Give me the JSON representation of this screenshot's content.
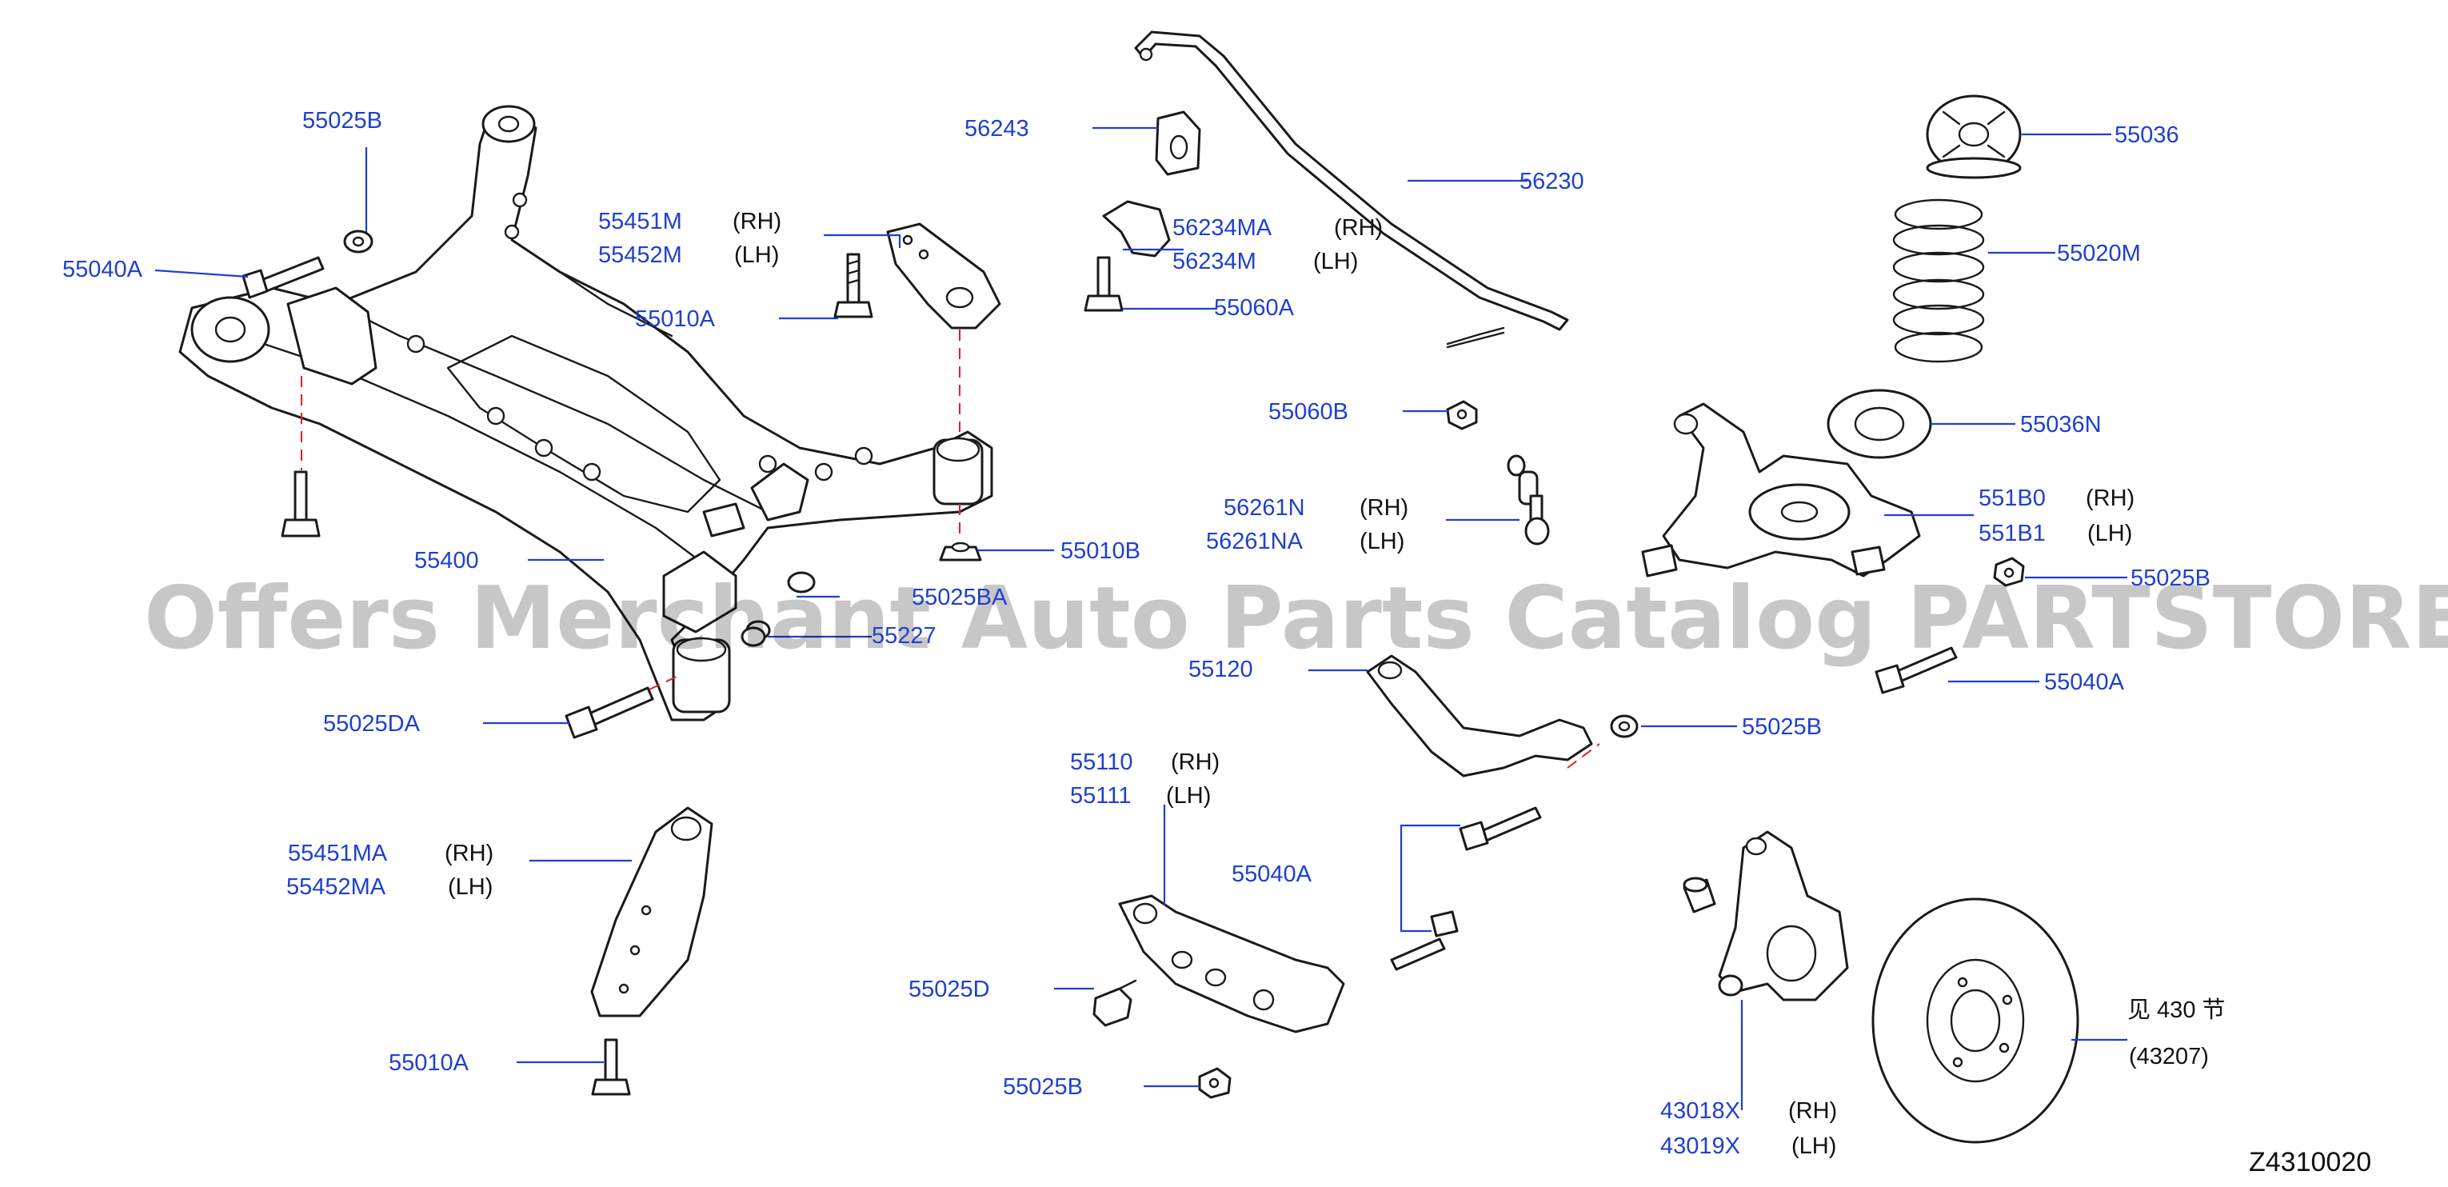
{
  "diagram": {
    "code": "Z4310020",
    "watermark": "Offers Merchant Auto Parts Catalog PARTSTORE.SA",
    "callouts": {
      "c55025B_top": {
        "number": "55025B"
      },
      "c55040A_left": {
        "number": "55040A"
      },
      "c55451M": {
        "number": "55451M",
        "side": "(RH)"
      },
      "c55452M": {
        "number": "55452M",
        "side": "(LH)"
      },
      "c55010A_top": {
        "number": "55010A"
      },
      "c55400": {
        "number": "55400"
      },
      "c55025BA": {
        "number": "55025BA"
      },
      "c55227": {
        "number": "55227"
      },
      "c55010B": {
        "number": "55010B"
      },
      "c55025DA": {
        "number": "55025DA"
      },
      "c55451MA": {
        "number": "55451MA",
        "side": "(RH)"
      },
      "c55452MA": {
        "number": "55452MA",
        "side": "(LH)"
      },
      "c55010A_bottom": {
        "number": "55010A"
      },
      "c56243": {
        "number": "56243"
      },
      "c56230": {
        "number": "56230"
      },
      "c56234MA": {
        "number": "56234MA",
        "side": "(RH)"
      },
      "c56234M": {
        "number": "56234M",
        "side": "(LH)"
      },
      "c55060A": {
        "number": "55060A"
      },
      "c55060B": {
        "number": "55060B"
      },
      "c56261N": {
        "number": "56261N",
        "side": "(RH)"
      },
      "c56261NA": {
        "number": "56261NA",
        "side": "(LH)"
      },
      "c55120": {
        "number": "55120"
      },
      "c55025B_mid": {
        "number": "55025B"
      },
      "c55110": {
        "number": "55110",
        "side": "(RH)"
      },
      "c55111": {
        "number": "55111",
        "side": "(LH)"
      },
      "c55040A_mid": {
        "number": "55040A"
      },
      "c55025D": {
        "number": "55025D"
      },
      "c55025B_bottom": {
        "number": "55025B"
      },
      "c55036": {
        "number": "55036"
      },
      "c55020M": {
        "number": "55020M"
      },
      "c55036N": {
        "number": "55036N"
      },
      "c551B0": {
        "number": "551B0",
        "side": "(RH)"
      },
      "c551B1": {
        "number": "551B1",
        "side": "(LH)"
      },
      "c55025B_right": {
        "number": "55025B"
      },
      "c55040A_right": {
        "number": "55040A"
      },
      "c43018X": {
        "number": "43018X",
        "side": "(RH)"
      },
      "c43019X": {
        "number": "43019X",
        "side": "(LH)"
      },
      "ref_section": {
        "text": "见 430 节"
      },
      "ref_part": {
        "text": "(43207)"
      }
    }
  }
}
